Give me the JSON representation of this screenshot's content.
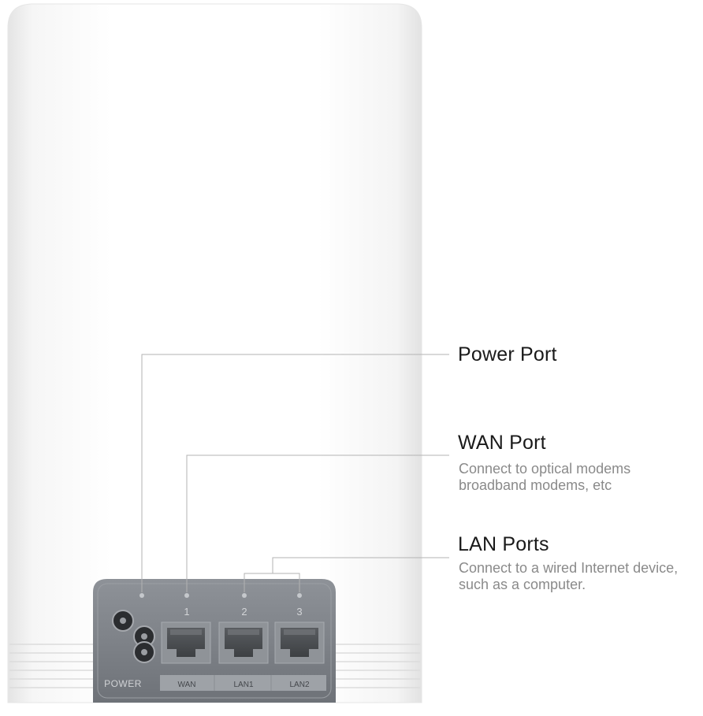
{
  "callouts": {
    "power": {
      "title": "Power Port"
    },
    "wan": {
      "title": "WAN Port",
      "desc_line1": "Connect to optical modems",
      "desc_line2": "broadband modems, etc"
    },
    "lan": {
      "title": "LAN Ports",
      "desc_line1": "Connect to a wired Internet device,",
      "desc_line2": "such as a computer."
    }
  },
  "panel": {
    "power_label": "POWER",
    "port_numbers": [
      "1",
      "2",
      "3"
    ],
    "port_labels": [
      "WAN",
      "LAN1",
      "LAN2"
    ]
  },
  "colors": {
    "device_body": "#fdfdfd",
    "panel": "#7d8187",
    "leader_line": "#b0b0b0",
    "title_text": "#1a1a1a",
    "desc_text": "#8a8a8a"
  }
}
